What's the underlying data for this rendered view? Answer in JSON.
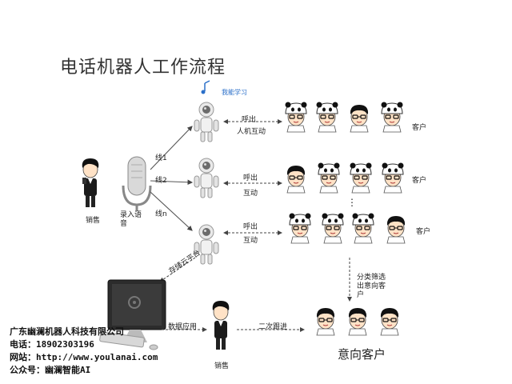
{
  "title": "电话机器人工作流程",
  "smart_learning": "我能学习",
  "salesperson_label": "销售",
  "recorder_label": "录入语音",
  "lines": [
    "线1",
    "线2",
    "线n"
  ],
  "robot_rows": [
    {
      "action": "呼出",
      "mode": "人机互动",
      "customer_label": "客户"
    },
    {
      "action": "呼出",
      "mode": "互动",
      "customer_label": "客户"
    },
    {
      "action": "呼出",
      "mode": "互动",
      "customer_label": "客户"
    }
  ],
  "ellipsis": "⋮",
  "filter_label": "分类筛选出意向客户",
  "storage_label": "存储云平台",
  "data_app_label": "数据应用",
  "followup_label": "二次跟进",
  "sales2_label": "销售",
  "intent_customers_label": "意向客户",
  "company": {
    "name": "广东幽澜机器人科技有限公司",
    "phone": "电话：18902303196",
    "website": "网站：http://www.youlanai.com",
    "wechat": "公众号：幽澜智能AI"
  }
}
